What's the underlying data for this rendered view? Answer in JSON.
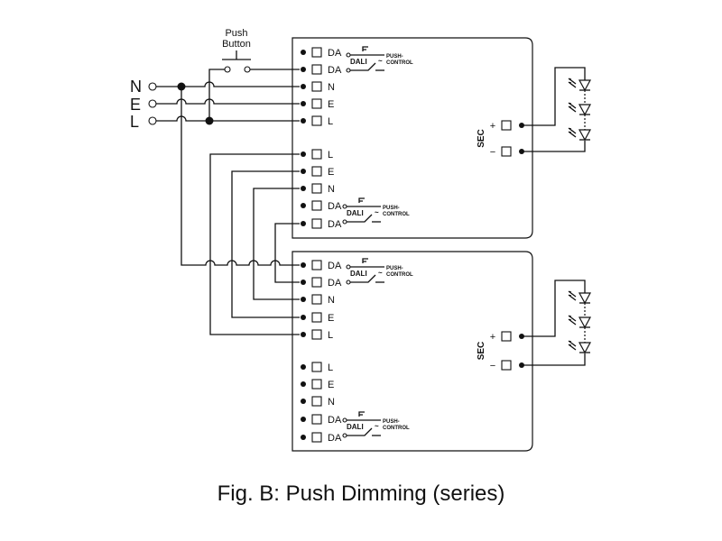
{
  "push_button": {
    "line1": "Push",
    "line2": "Button"
  },
  "mains": [
    "N",
    "E",
    "L"
  ],
  "driver_terminals": {
    "da": "DA",
    "n": "N",
    "e": "E",
    "l": "L"
  },
  "switch_labels": {
    "dali": "DALI",
    "tilde": "~",
    "push1": "PUSH-",
    "push2": "CONTROL"
  },
  "secondary": {
    "sec": "SEC",
    "plus": "+",
    "minus": "−"
  },
  "caption": "Fig. B: Push Dimming (series)"
}
